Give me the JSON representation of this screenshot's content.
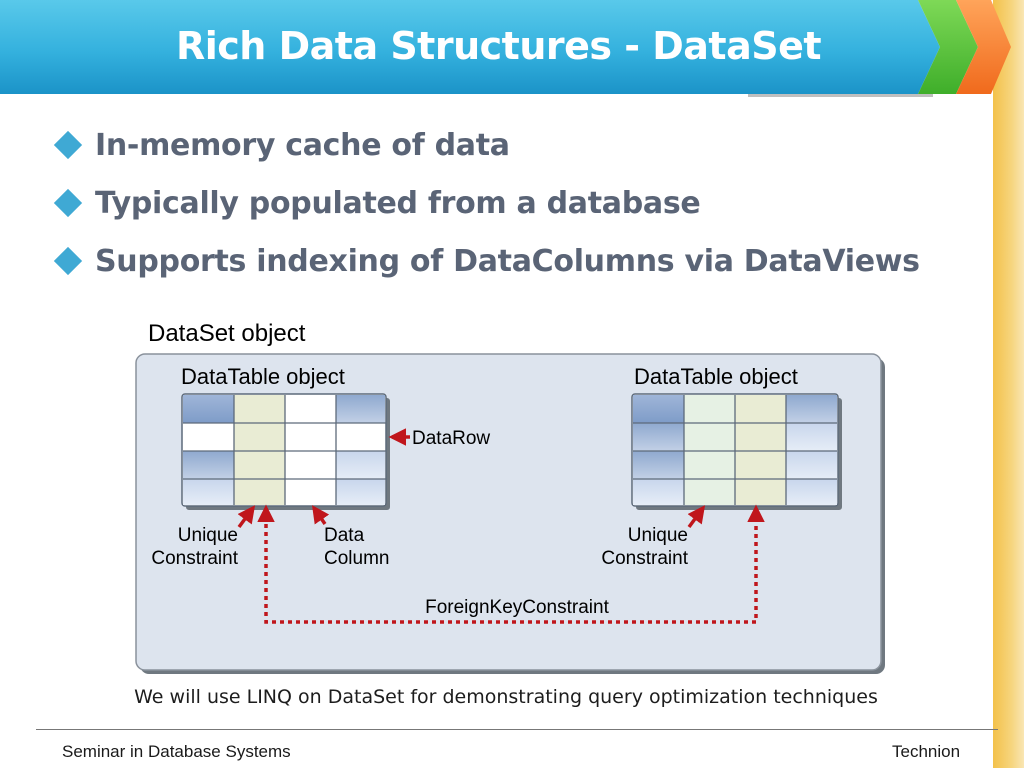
{
  "title": "Rich Data Structures - DataSet",
  "bullets": [
    "In-memory cache of data",
    "Typically populated from a database",
    "Supports indexing of DataColumns via DataViews"
  ],
  "diagram": {
    "dataset_label": "DataSet object",
    "table_left_label": "DataTable object",
    "table_right_label": "DataTable object",
    "datarow_label": "DataRow",
    "unique_left_line1": "Unique",
    "unique_left_line2": "Constraint",
    "datacolumn_line1": "Data",
    "datacolumn_line2": "Column",
    "unique_right_line1": "Unique",
    "unique_right_line2": "Constraint",
    "fk_label": "ForeignKeyConstraint"
  },
  "caption": "We will use LINQ on DataSet for demonstrating query optimization techniques",
  "footer": {
    "left": "Seminar in Database Systems",
    "right": "Technion"
  },
  "colors": {
    "banner": "#34b1de",
    "bullet_diamond": "#3fa9d4",
    "bullet_text": "#5a6476",
    "arrow": "#c0161c",
    "dataset_fill": "#dde4ee"
  }
}
